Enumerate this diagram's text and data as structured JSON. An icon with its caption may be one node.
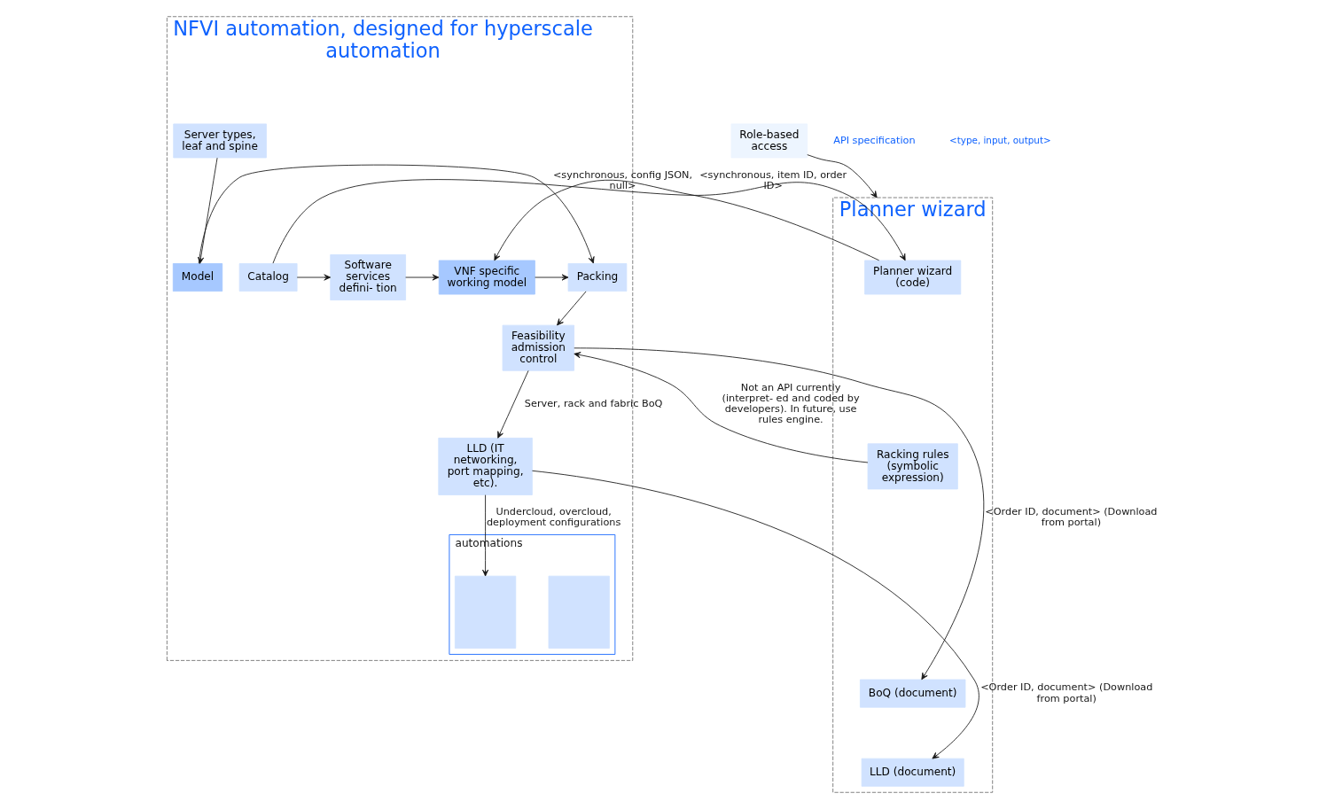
{
  "diagram": {
    "nodes": [
      {
        "text": [
          "Planner wizard"
        ]
      },
      {
        "text": [
          "Planner wizard (code)"
        ],
        "in": 0
      },
      {
        "text": [
          "Racking rules (symbolic expression)"
        ],
        "in": 0
      },
      {
        "text": [
          "BoQ (document)"
        ],
        "in": 0
      },
      {
        "text": [
          "LLD (document)"
        ],
        "in": 0
      },
      {
        "text": [
          "Role-based access"
        ]
      },
      {
        "text": [
          "NFVI automation, designed for hyperscale automation"
        ]
      },
      {
        "text": [
          "Catalog"
        ],
        "in": 6
      },
      {
        "text": [
          "Software services defini- tion"
        ],
        "in": 6
      },
      {
        "text": [
          "VNF specific working model"
        ],
        "in": 6
      },
      {
        "text": [
          "Packing"
        ],
        "in": 6
      },
      {
        "text": [
          "Model"
        ],
        "in": 6
      },
      {
        "text": [
          "Server types, leaf and spine"
        ],
        "in": 6
      },
      {
        "text": [
          "Feasibility admission control"
        ],
        "in": 6
      },
      {
        "text": [
          "LLD (IT networking, port mapping, etc)."
        ],
        "in": 6
      },
      {
        "text": [
          "automations"
        ],
        "in": 6
      },
      {
        "text": [],
        "shape": "box",
        "in": 15
      },
      {
        "text": [],
        "shape": "box",
        "in": 15
      }
    ],
    "edges": [
      {
        "from": 7,
        "to": 1,
        "arrow": "to",
        "label": "<synchronous, item ID, order ID>"
      },
      {
        "from": 1,
        "to": 9,
        "arrow": "to",
        "label": "<synchronous, config JSON, null>"
      },
      {
        "from": 7,
        "to": 8,
        "arrow": "to"
      },
      {
        "from": 8,
        "to": 9,
        "arrow": "to"
      },
      {
        "from": 9,
        "to": 10,
        "arrow": "to"
      },
      {
        "from": 11,
        "to": 10,
        "arrow": "to"
      },
      {
        "from": 12,
        "to": 11,
        "arrow": "to"
      },
      {
        "from": 10,
        "to": 13,
        "arrow": "to"
      },
      {
        "from": 2,
        "to": 13,
        "arrow": "to",
        "label": "Not an API currently (interpret- ed and coded by developers). In future, use rules engine."
      },
      {
        "from": 13,
        "to": 14,
        "arrow": "to",
        "label": "Server, rack and fabric BoQ"
      },
      {
        "from": 13,
        "to": 3,
        "arrow": "to",
        "label": "<Order ID, document> (Download from portal)"
      },
      {
        "from": 14,
        "to": 16,
        "arrow": "to",
        "label": "Undercloud, overcloud, deployment configurations"
      },
      {
        "from": 14,
        "to": 4,
        "arrow": "to",
        "label": "<Order ID, document> (Download from portal)"
      },
      {
        "from": 5,
        "to": 0,
        "arrow": "to"
      }
    ],
    "labels": [
      "API specification",
      "<type, input, output>"
    ]
  }
}
